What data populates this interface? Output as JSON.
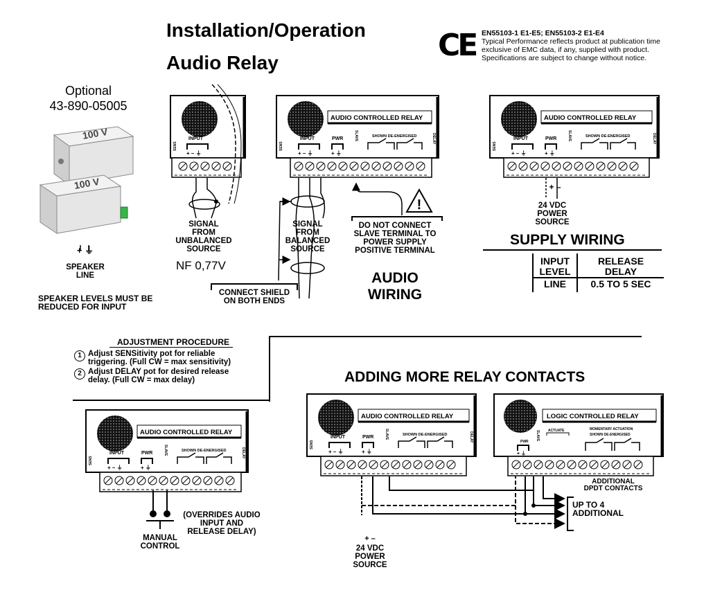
{
  "header": {
    "title_line1": "Installation/Operation",
    "title_line2": "Audio Relay",
    "ce_mark": "CE",
    "standards": "EN55103-1  E1-E5;  EN55103-2  E1-E4",
    "disclaimer_1": "Typical Performance reflects product at publication time",
    "disclaimer_2": "exclusive of EMC data, if any, supplied with product.",
    "disclaimer_3": "Specifications are subject to change without notice."
  },
  "optional": {
    "label": "Optional",
    "part_number": "43-890-05005",
    "box_label": "100 V",
    "terminal_labels": "+ ⏚",
    "speaker_line_1": "SPEAKER",
    "speaker_line_2": "LINE",
    "warning_1": "SPEAKER LEVELS MUST BE",
    "warning_2": "REDUCED FOR INPUT"
  },
  "relay_common": {
    "audio_title": "AUDIO CONTROLLED RELAY",
    "logic_title": "LOGIC CONTROLLED RELAY",
    "input": "INPUT",
    "pwr": "PWR",
    "slave": "SLAVE",
    "shown": "SHOWN DE-ENERGISED",
    "sens": "SENS",
    "delay": "DELAY",
    "actuate": "ACTUATE",
    "momentary": "MOMENTARY ACTUATION",
    "input_signs": "+ – ⏚",
    "pwr_signs": "+ ⏚"
  },
  "unbalanced": {
    "line1": "SIGNAL",
    "line2": "FROM",
    "line3": "UNBALANCED",
    "line4": "SOURCE",
    "nf": "NF 0,77V"
  },
  "audio_wiring": {
    "sig1": "SIGNAL",
    "sig2": "FROM",
    "sig3": "BALANCED",
    "sig4": "SOURCE",
    "warn1": "DO NOT CONNECT",
    "warn2": "SLAVE TERMINAL TO",
    "warn3": "POWER SUPPLY",
    "warn4": "POSITIVE TERMINAL",
    "warning_symbol": "!",
    "shield1": "CONNECT SHIELD",
    "shield2": "ON BOTH ENDS",
    "caption1": "AUDIO",
    "caption2": "WIRING"
  },
  "supply_wiring": {
    "signs": "+ –",
    "vdc": "24 VDC",
    "power": "POWER",
    "source": "SOURCE",
    "caption": "SUPPLY  WIRING",
    "table": {
      "h1a": "INPUT",
      "h1b": "LEVEL",
      "h2a": "RELEASE",
      "h2b": "DELAY",
      "c1": "LINE",
      "c2": "0.5  TO  5  SEC"
    }
  },
  "adjustment": {
    "title": "ADJUSTMENT  PROCEDURE",
    "num1": "1",
    "num2": "2",
    "step1a": "Adjust SENSitivity pot for reliable",
    "step1b": "triggering. (Full CW = max sensitivity)",
    "step2a": "Adjust DELAY pot for desired release",
    "step2b": "delay. (Full CW = max delay)"
  },
  "manual": {
    "override1": "(OVERRIDES AUDIO",
    "override2": "INPUT AND",
    "override3": "RELEASE DELAY)",
    "control1": "MANUAL",
    "control2": "CONTROL"
  },
  "adding": {
    "heading": "ADDING  MORE  RELAY  CONTACTS",
    "addl1": "ADDITIONAL",
    "addl2": "DPDT CONTACTS",
    "upto1": "UP TO 4",
    "upto2": "ADDITIONAL",
    "signs": "+ –",
    "vdc": "24  VDC",
    "power": "POWER",
    "source": "SOURCE"
  }
}
